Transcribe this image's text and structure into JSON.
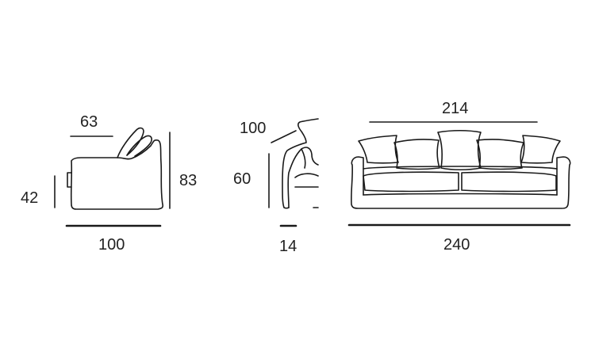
{
  "diagram": {
    "side_view": {
      "seat_depth": "63",
      "seat_height": "42",
      "total_height": "83",
      "total_depth": "100"
    },
    "arm_view": {
      "diagonal": "100",
      "arm_height": "60",
      "arm_width": "14"
    },
    "front_view": {
      "inner_width": "214",
      "total_width": "240"
    }
  }
}
